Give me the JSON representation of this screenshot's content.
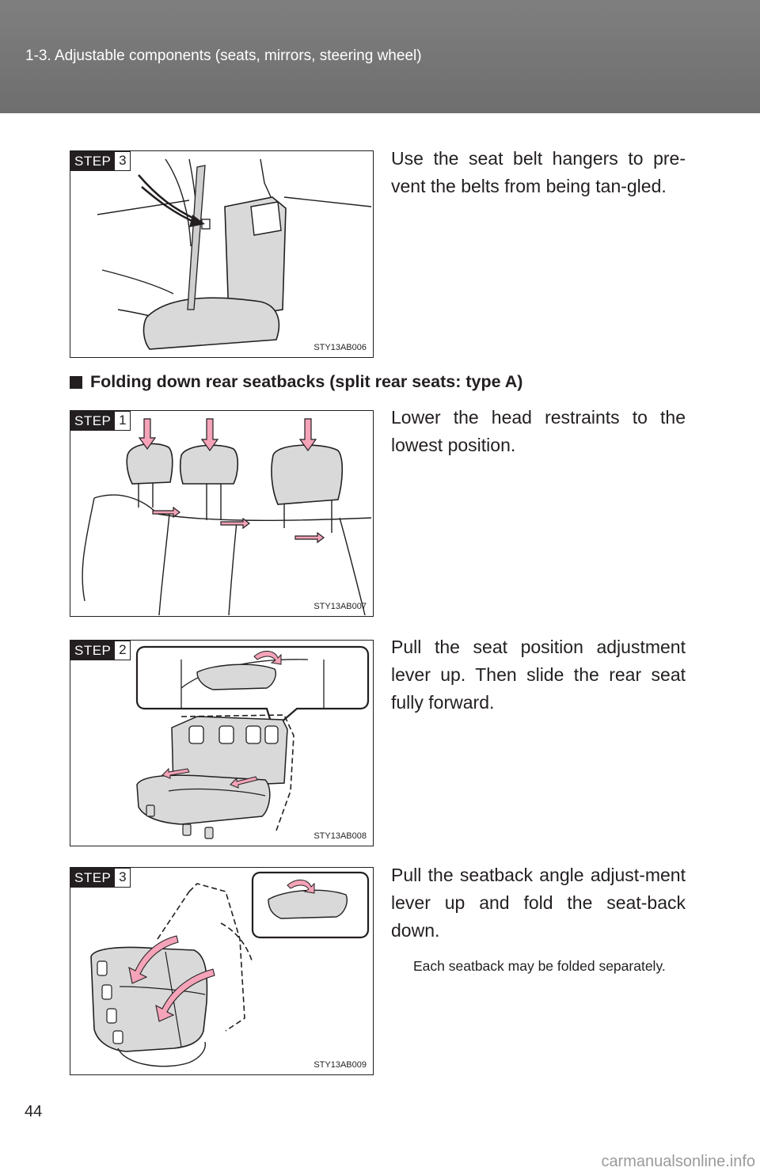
{
  "header": {
    "title": "1-3. Adjustable components (seats, mirrors, steering wheel)"
  },
  "figures": [
    {
      "step_word": "STEP",
      "step_number": "3",
      "code": "STY13AB006"
    },
    {
      "step_word": "STEP",
      "step_number": "1",
      "code": "STY13AB007"
    },
    {
      "step_word": "STEP",
      "step_number": "2",
      "code": "STY13AB008"
    },
    {
      "step_word": "STEP",
      "step_number": "3",
      "code": "STY13AB009"
    }
  ],
  "steps": [
    "Use the seat belt hangers to pre-vent the belts from being tan-gled.",
    "Lower the head restraints to the lowest position.",
    "Pull the seat position adjustment lever up. Then slide the rear seat fully forward.",
    "Pull the seatback angle adjust-ment lever up and fold the seat-back down."
  ],
  "step_note": "Each seatback may be folded separately.",
  "section": {
    "icon": "square-bullet-icon",
    "heading": "Folding down rear seatbacks (split rear seats: type A)"
  },
  "page_number": "44",
  "watermark": "carmanualsonline.info",
  "colors": {
    "header_bg": "#6e6e6e",
    "arrow_pink": "#f4a3b8",
    "seat_gray": "#d9d9d9",
    "ink": "#231f20"
  }
}
